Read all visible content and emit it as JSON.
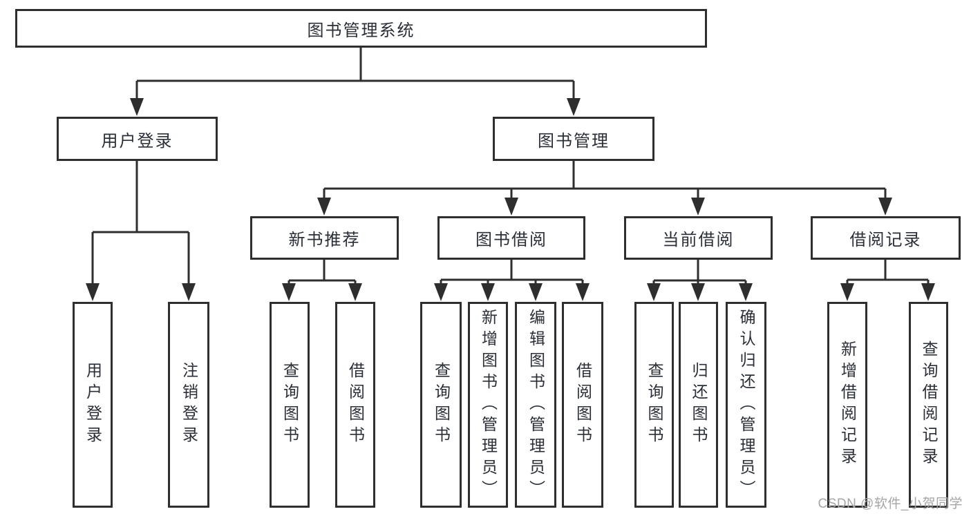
{
  "tree": {
    "label": "图书管理系统",
    "children": [
      {
        "label": "用户登录",
        "children": [
          {
            "label": "用户登录"
          },
          {
            "label": "注销登录"
          }
        ]
      },
      {
        "label": "图书管理",
        "children": [
          {
            "label": "新书推荐",
            "children": [
              {
                "label": "查询图书"
              },
              {
                "label": "借阅图书"
              }
            ]
          },
          {
            "label": "图书借阅",
            "children": [
              {
                "label": "查询图书"
              },
              {
                "label": "新增图书（管理员）"
              },
              {
                "label": "编辑图书（管理员）"
              },
              {
                "label": "借阅图书"
              }
            ]
          },
          {
            "label": "当前借阅",
            "children": [
              {
                "label": "查询图书"
              },
              {
                "label": "归还图书"
              },
              {
                "label": "确认归还（管理员）"
              }
            ]
          },
          {
            "label": "借阅记录",
            "children": [
              {
                "label": "新增借阅记录"
              },
              {
                "label": "查询借阅记录"
              }
            ]
          }
        ]
      }
    ]
  },
  "watermark": {
    "text": "CSDN @软件_小贺同学"
  },
  "colors": {
    "line": "#2e2e2e",
    "ink": "#2a2e36",
    "watermark": "#a5a5a5",
    "bg": "#ffffff"
  }
}
